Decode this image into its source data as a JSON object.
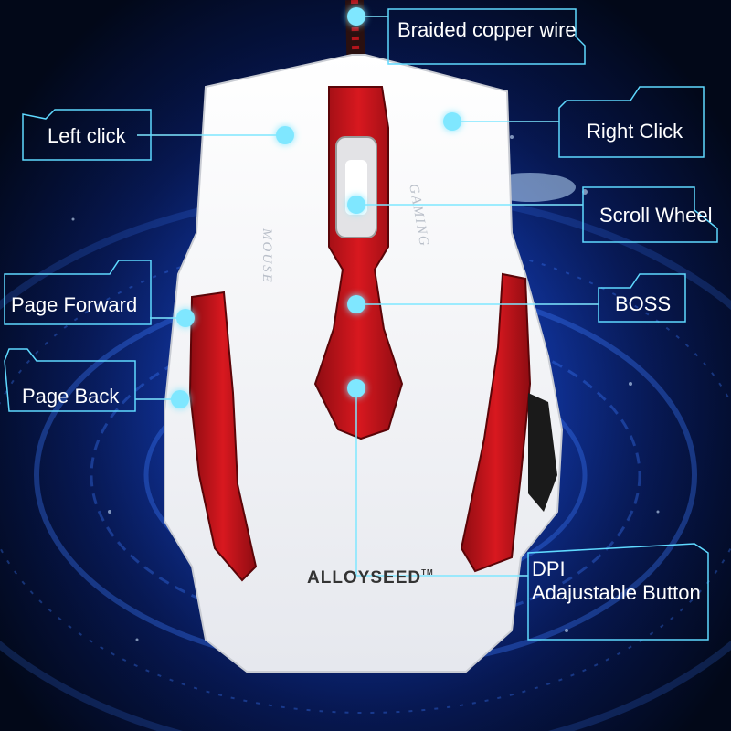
{
  "colors": {
    "accent": "#7fe7ff",
    "mouse_body": "#f4f4f4",
    "mouse_trim": "#c8141b",
    "background": "#0b2a8a"
  },
  "callouts": {
    "braided_wire": "Braided copper wire",
    "left_click": "Left click",
    "right_click": "Right Click",
    "scroll_wheel": "Scroll Wheel",
    "page_forward": "Page Forward",
    "boss": "BOSS",
    "page_back": "Page Back",
    "dpi_line1": "DPI",
    "dpi_line2": "Adajustable Button"
  },
  "mouse": {
    "brand": "ALLOYSEED",
    "trademark": "TM",
    "side_text_left": "MOUSE",
    "side_text_right": "GAMING"
  }
}
